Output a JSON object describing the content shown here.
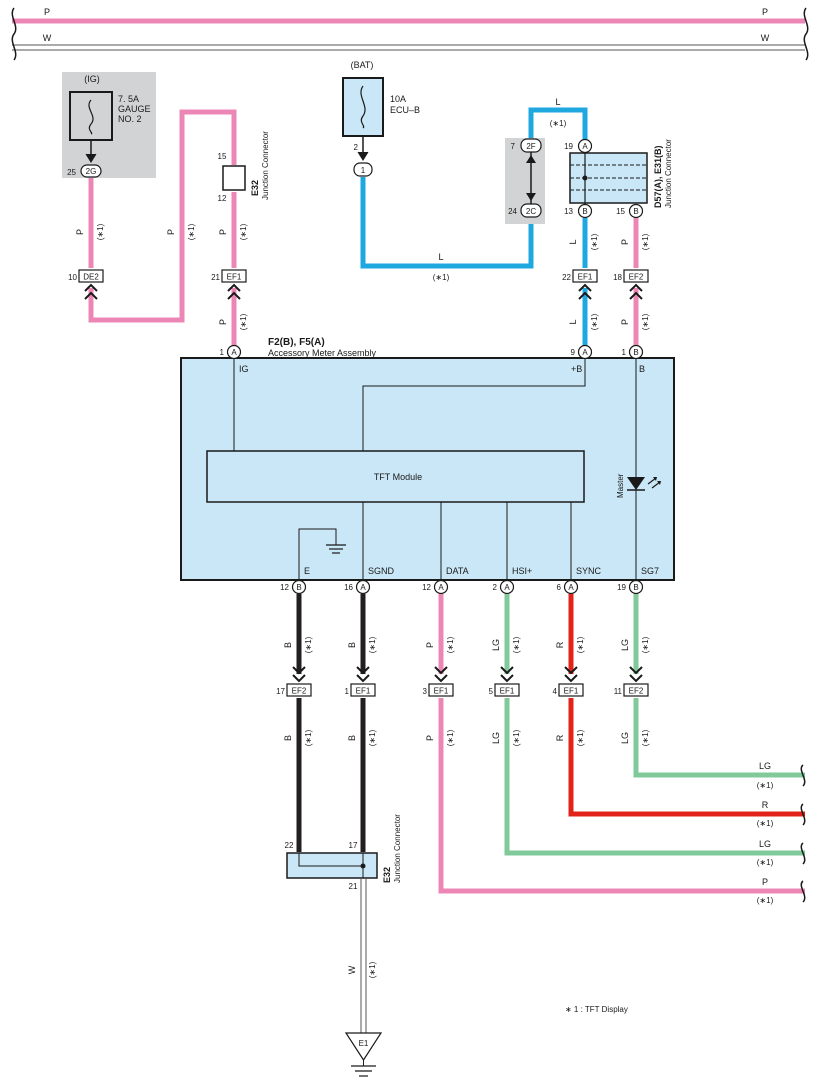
{
  "colors": {
    "pink": "#EC87B5",
    "blue": "#1FA8E0",
    "green": "#7FC99A",
    "red": "#E2231A",
    "black": "#231F20",
    "module_fill": "#C9E7F6",
    "shade": "#D2D3D5"
  },
  "bus": {
    "p_label": "P",
    "w_label": "W"
  },
  "ig_fuse": {
    "supply": "(IG)",
    "name_1": "7. 5A",
    "name_2": "GAUGE",
    "name_3": "NO. 2",
    "pin": "25",
    "connector": "2G"
  },
  "bat_fuse": {
    "supply": "(BAT)",
    "name_1": "10A",
    "name_2": "ECU–B",
    "pin": "2",
    "connector": "1"
  },
  "e32_top": {
    "id": "E32",
    "name": "Junction Connector",
    "pin_in": "15",
    "pin_out": "12"
  },
  "relay_2f2c": {
    "pin_top": "7",
    "conn_top": "2F",
    "pin_bottom": "24",
    "conn_bottom": "2C"
  },
  "d57": {
    "id": "D57(A), E31(B)",
    "name": "Junction Connector",
    "pin_a": "19",
    "conn_a": "A",
    "pin_b1": "13",
    "conn_b1": "B",
    "pin_b2": "15",
    "conn_b2": "B"
  },
  "wires": {
    "p": "P",
    "l": "L",
    "b": "B",
    "lg": "LG",
    "r": "R",
    "w": "W",
    "note": "(∗1)"
  },
  "inline_top": [
    {
      "pin": "10",
      "conn": "DE2"
    },
    {
      "pin": "21",
      "conn": "EF1"
    },
    {
      "pin": "22",
      "conn": "EF1"
    },
    {
      "pin": "18",
      "conn": "EF2"
    }
  ],
  "meter": {
    "id": "F2(B), F5(A)",
    "name": "Accessory Meter Assembly",
    "module": "TFT Module",
    "led_label": "Master",
    "top_pins": [
      {
        "pin": "1",
        "conn": "A",
        "label": "IG"
      },
      {
        "pin": "9",
        "conn": "A",
        "label": "+B"
      },
      {
        "pin": "1",
        "conn": "B",
        "label": "B"
      }
    ],
    "bottom_pins": [
      {
        "pin": "12",
        "conn": "B",
        "label": "E"
      },
      {
        "pin": "16",
        "conn": "A",
        "label": "SGND"
      },
      {
        "pin": "12",
        "conn": "A",
        "label": "DATA"
      },
      {
        "pin": "2",
        "conn": "A",
        "label": "HSI+"
      },
      {
        "pin": "6",
        "conn": "A",
        "label": "SYNC"
      },
      {
        "pin": "19",
        "conn": "B",
        "label": "SG7"
      }
    ]
  },
  "inline_bottom": [
    {
      "pin": "17",
      "conn": "EF2"
    },
    {
      "pin": "1",
      "conn": "EF1"
    },
    {
      "pin": "3",
      "conn": "EF1"
    },
    {
      "pin": "5",
      "conn": "EF1"
    },
    {
      "pin": "4",
      "conn": "EF1"
    },
    {
      "pin": "11",
      "conn": "EF2"
    }
  ],
  "e32_bottom": {
    "id": "E32",
    "name": "Junction Connector",
    "pin_a": "22",
    "pin_b": "17",
    "pin_out": "21"
  },
  "ground": {
    "id": "E1"
  },
  "footnote": "∗ 1 : TFT Display"
}
